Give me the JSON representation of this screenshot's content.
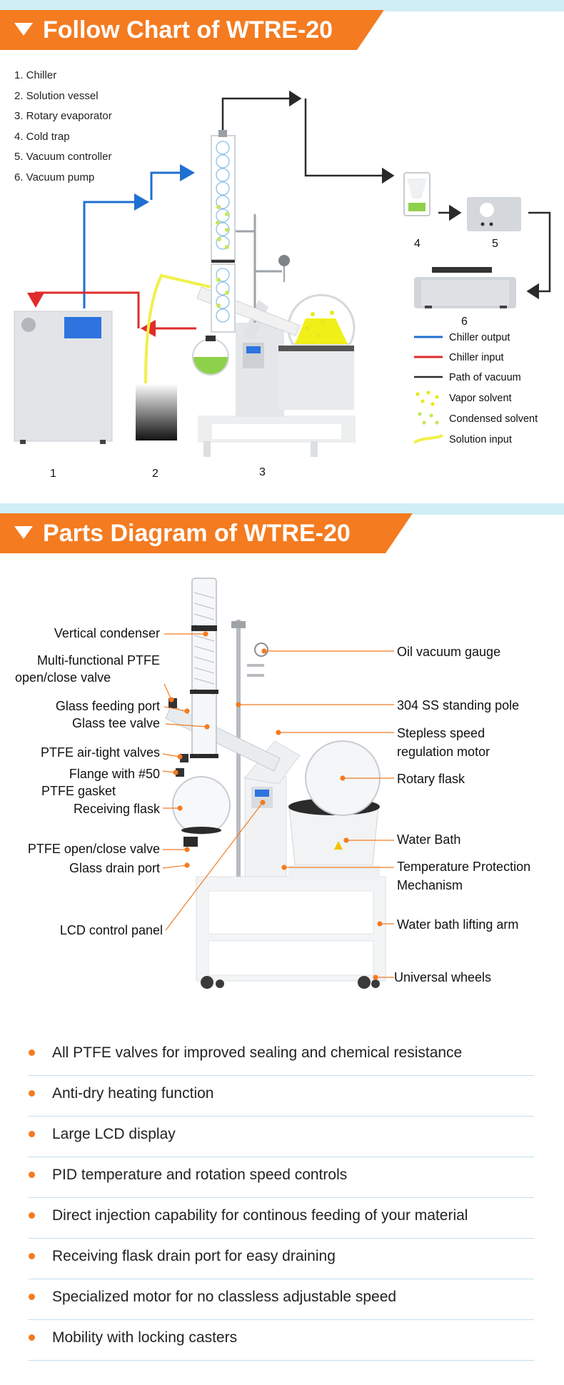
{
  "section1": {
    "title": "Follow Chart of WTRE-20"
  },
  "flow_list": [
    "1. Chiller",
    "2. Solution vessel",
    "3. Rotary evaporator",
    "4. Cold trap",
    "5. Vacuum controller",
    "6. Vacuum pump"
  ],
  "flow_numbers": {
    "n1": "1",
    "n2": "2",
    "n3": "3",
    "n4": "4",
    "n5": "5",
    "n6": "6"
  },
  "flow_legend": {
    "chiller_output": "Chiller output",
    "chiller_input": "Chiller input",
    "vacuum_path": "Path of vacuum",
    "vapor": "Vapor solvent",
    "condensed": "Condensed solvent",
    "solution": "Solution input"
  },
  "colors": {
    "orange": "#f47b20",
    "light_blue": "#cfeef6",
    "chiller_output": "#1f6fd1",
    "chiller_input": "#e02b2b",
    "vacuum": "#2a2a2a",
    "vapor": "#e6ea1c",
    "solution": "#f1f04a"
  },
  "section2": {
    "title": "Parts Diagram of WTRE-20"
  },
  "parts_left": {
    "vertical_condenser": "Vertical condenser",
    "ptfe_valve_1": "Multi-functional PTFE",
    "ptfe_valve_2": "open/close valve",
    "glass_feeding_port": "Glass feeding port",
    "glass_tee_valve": "Glass tee valve",
    "air_tight_valves": "PTFE air-tight valves",
    "flange_1": "Flange with #50",
    "flange_2": "PTFE gasket",
    "receiving_flask": "Receiving flask",
    "open_close_valve": "PTFE open/close valve",
    "drain_port": "Glass drain port",
    "lcd_panel": "LCD control panel"
  },
  "parts_right": {
    "oil_gauge": "Oil vacuum gauge",
    "standing_pole": "304 SS standing pole",
    "speed_motor_1": "Stepless speed",
    "speed_motor_2": "regulation motor",
    "rotary_flask": "Rotary flask",
    "water_bath": "Water Bath",
    "temp_protect_1": "Temperature Protection",
    "temp_protect_2": "Mechanism",
    "lifting_arm": "Water bath lifting arm",
    "wheels": "Universal wheels"
  },
  "features": [
    "All PTFE valves for improved sealing and chemical resistance",
    "Anti-dry heating function",
    "Large LCD display",
    "PID temperature and rotation speed controls",
    "Direct injection capability for continous feeding of your material",
    "Receiving flask drain port for easy draining",
    "Specialized motor for no classless adjustable speed",
    "Mobility with locking casters"
  ]
}
